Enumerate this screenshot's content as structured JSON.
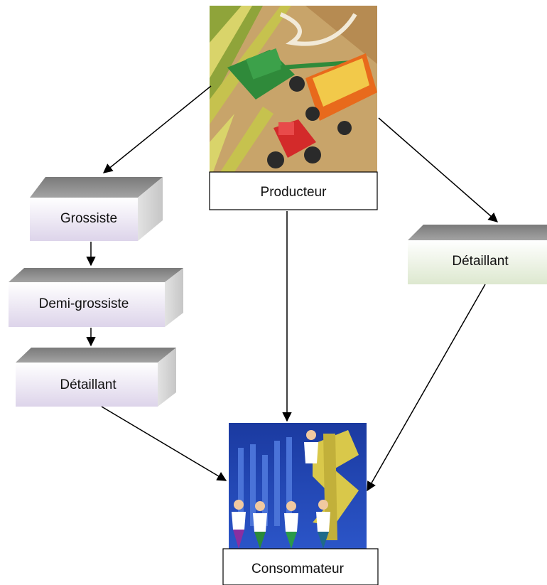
{
  "diagram": {
    "producer": {
      "label": "Producteur",
      "image": "farm-harvest-clipart"
    },
    "consumer": {
      "label": "Consommateur",
      "image": "business-people-dollar-clipart"
    },
    "long_channel": {
      "wholesaler": "Grossiste",
      "semi_wholesaler": "Demi-grossiste",
      "retailer": "Détaillant"
    },
    "short_channel": {
      "retailer": "Détaillant"
    },
    "colors": {
      "box_top": "#8e8e8e",
      "box_side": "#d6d6d6",
      "purple_front_top": "#ffffff",
      "purple_front_bottom": "#ddd4ea",
      "green_front_top": "#ffffff",
      "green_front_bottom": "#dde8cf",
      "arrow": "#000000"
    }
  }
}
